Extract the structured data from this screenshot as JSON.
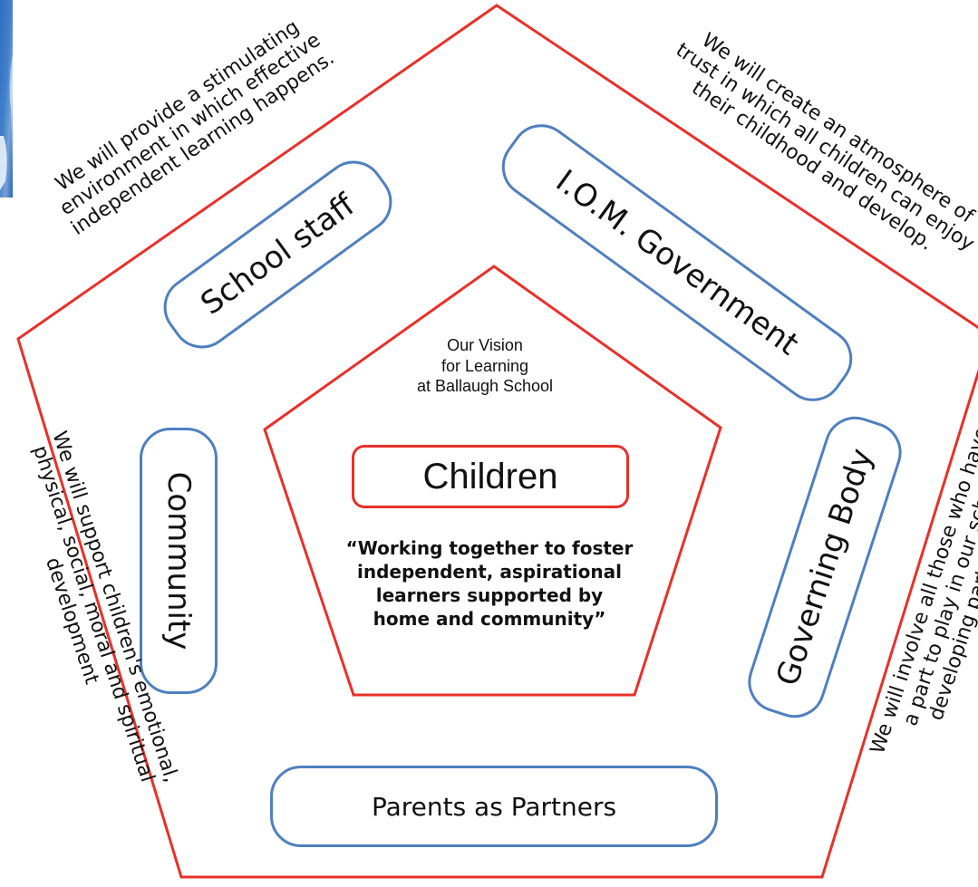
{
  "center": {
    "vision_line1": "Our Vision",
    "vision_line2": "for Learning",
    "vision_line3": "at Ballaugh School",
    "children_label": "Children",
    "motto_line1": "“Working together to foster",
    "motto_line2": "independent, aspirational",
    "motto_line3": "learners supported by",
    "motto_line4": "home and community”"
  },
  "stakeholders": {
    "school_staff": "School staff",
    "iom_government": "I.O.M. Government",
    "community": "Community",
    "governing_body": "Governing Body",
    "parents": "Parents as Partners"
  },
  "statements": {
    "top_left_1": "We will provide a stimulating",
    "top_left_2": "environment in which effective",
    "top_left_3": "independent learning happens.",
    "top_right_1": "We will create an atmosphere of",
    "top_right_2": "trust in which all children can enjoy",
    "top_right_3": "their childhood and develop.",
    "left_1": "We will support children's emotional,",
    "left_2": "physical, social, moral and spiritual",
    "left_3": "development",
    "right_1": "We will involve all those who have",
    "right_2": "a part to play in our school",
    "right_3": "developing partnerships"
  },
  "colors": {
    "pentagon_stroke": "#e8302a",
    "pill_stroke": "#4f7fbf",
    "photo_blue": "#3a79c7"
  },
  "decor": {
    "photo_fragment_icon": "photo-fragment"
  }
}
